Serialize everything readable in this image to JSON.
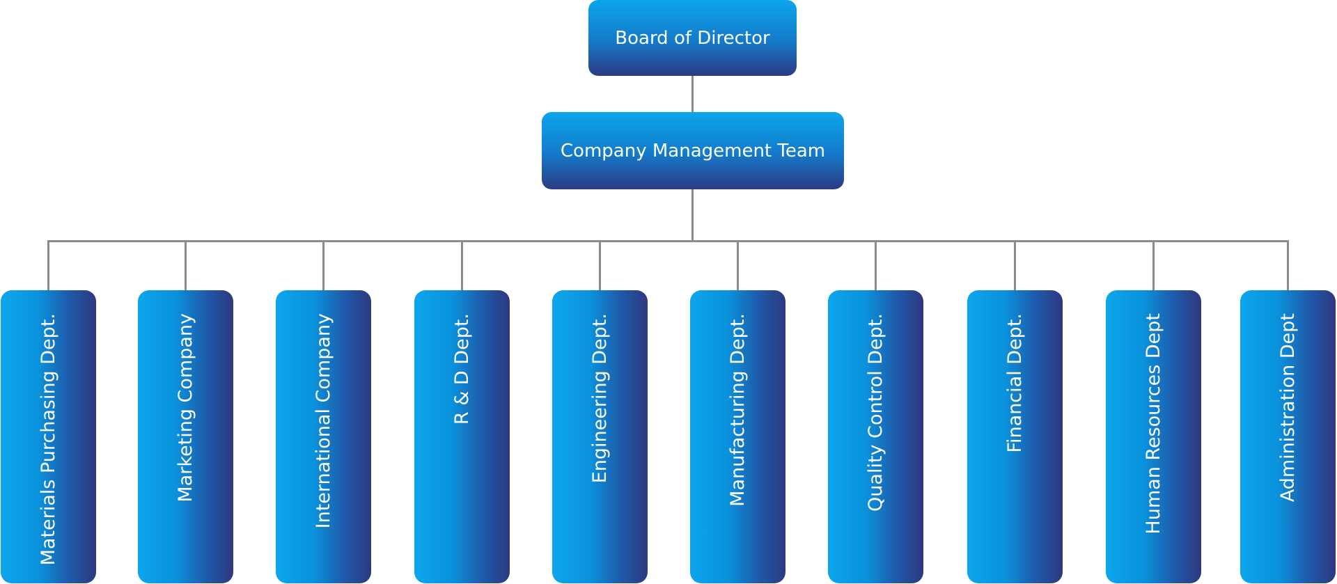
{
  "org_chart": {
    "board": "Board of Director",
    "management": "Company Management Team",
    "departments": [
      "Materials Purchasing Dept.",
      "Marketing Company",
      "International Company",
      "R & D Dept.",
      "Engineering Dept.",
      "Manufacturing Dept.",
      "Quality Control Dept.",
      "Financial Dept.",
      "Human Resources Dept",
      "Administration Dept"
    ]
  },
  "colors": {
    "box_light": "#0ca6ec",
    "box_dark": "#2e3880",
    "connector": "#8c8c8c",
    "text": "#ffffff",
    "background": "#ffffff"
  }
}
